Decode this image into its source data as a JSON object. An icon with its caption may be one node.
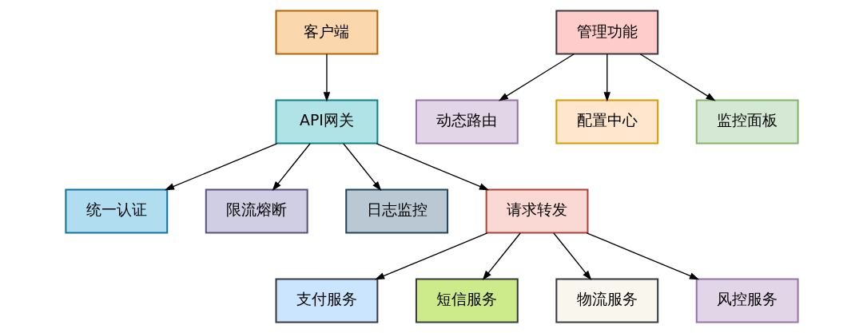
{
  "diagram": {
    "nodes": [
      {
        "text": [
          "客户端"
        ]
      },
      {
        "text": [
          "API网关"
        ]
      },
      {
        "text": [
          "统一认证"
        ]
      },
      {
        "text": [
          "限流熔断"
        ]
      },
      {
        "text": [
          "日志监控"
        ]
      },
      {
        "text": [
          "请求转发"
        ]
      },
      {
        "text": [
          "支付服务"
        ]
      },
      {
        "text": [
          "短信服务"
        ]
      },
      {
        "text": [
          "物流服务"
        ]
      },
      {
        "text": [
          "风控服务"
        ]
      },
      {
        "text": [
          "管理功能"
        ]
      },
      {
        "text": [
          "动态路由"
        ]
      },
      {
        "text": [
          "配置中心"
        ]
      },
      {
        "text": [
          "监控面板"
        ]
      }
    ],
    "edges": [
      {
        "from": 0,
        "to": 1,
        "arrow": "to"
      },
      {
        "from": 1,
        "to": 2,
        "arrow": "to"
      },
      {
        "from": 1,
        "to": 3,
        "arrow": "to"
      },
      {
        "from": 1,
        "to": 4,
        "arrow": "to"
      },
      {
        "from": 1,
        "to": 5,
        "arrow": "to"
      },
      {
        "from": 5,
        "to": 6,
        "arrow": "to"
      },
      {
        "from": 5,
        "to": 7,
        "arrow": "to"
      },
      {
        "from": 5,
        "to": 8,
        "arrow": "to"
      },
      {
        "from": 5,
        "to": 9,
        "arrow": "to"
      },
      {
        "from": 10,
        "to": 11,
        "arrow": "to"
      },
      {
        "from": 10,
        "to": 12,
        "arrow": "to"
      },
      {
        "from": 10,
        "to": 13,
        "arrow": "to"
      }
    ]
  }
}
